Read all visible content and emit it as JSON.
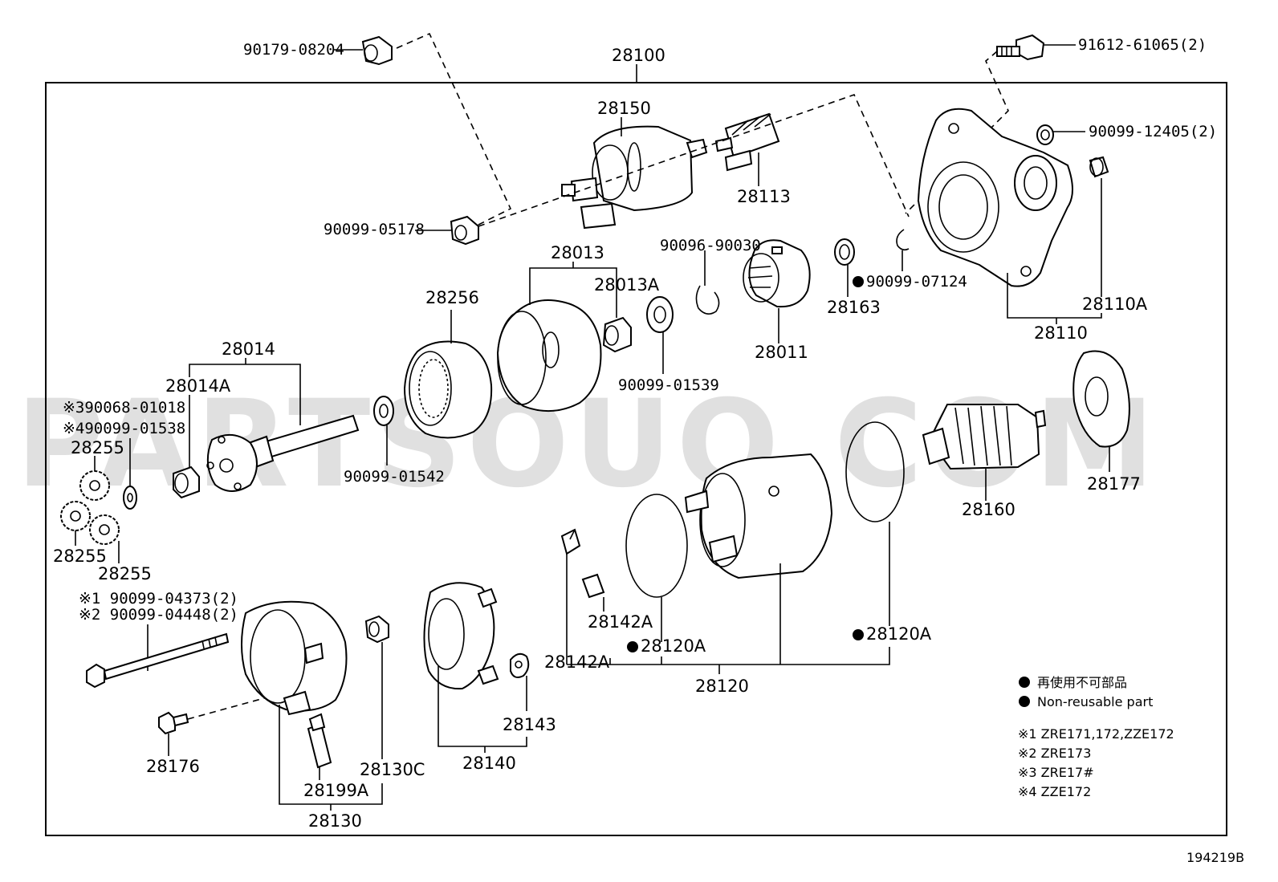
{
  "watermark": "PARTSOUQ.COM",
  "figure_id": "194219B",
  "assembly_label": "28100",
  "labels": {
    "p90179": "90179-08204",
    "p91612": "91612-61065(2)",
    "p28150": "28150",
    "p90099_12405": "90099-12405(2)",
    "p28113": "28113",
    "p90099_05178": "90099-05178",
    "p28013": "28013",
    "p90096": "90096-90030",
    "p28013A": "28013A",
    "p28256": "28256",
    "p90099_07124": "90099-07124",
    "p28163": "28163",
    "p28110A": "28110A",
    "p28110": "28110",
    "p28011": "28011",
    "p28014": "28014",
    "p28014A": "28014A",
    "p90099_01539": "90099-01539",
    "n3": "※390068-01018",
    "n4": "※490099-01538",
    "p28255a": "28255",
    "p28255b": "28255",
    "p28255c": "28255",
    "p90099_01542": "90099-01542",
    "p28160": "28160",
    "p28177": "28177",
    "b1": "※1 90099-04373(2)",
    "b2": "※2 90099-04448(2)",
    "p28142A_a": "28142A",
    "p28142A_b": "28142A",
    "p28120A_a": "28120A",
    "p28120A_b": "28120A",
    "p28120": "28120",
    "p28143": "28143",
    "p28176": "28176",
    "p28130C": "28130C",
    "p28140": "28140",
    "p28199A": "28199A",
    "p28130": "28130"
  },
  "legend": {
    "item1": "再使用不可部品",
    "item2": "Non-reusable part",
    "note1": "※1 ZRE171,172,ZZE172",
    "note2": "※2 ZRE173",
    "note3": "※3 ZRE17#",
    "note4": "※4 ZZE172"
  }
}
